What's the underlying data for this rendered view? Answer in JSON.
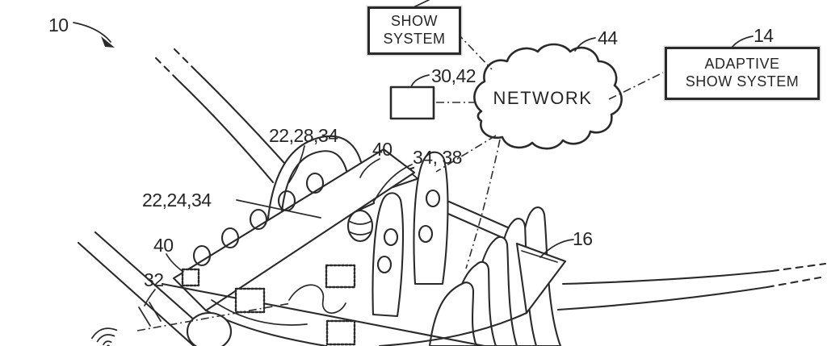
{
  "figure": {
    "background": "#ffffff",
    "ink": "#2a2a2a",
    "boxes": {
      "show_system": {
        "label": "SHOW SYSTEM"
      },
      "adaptive_show_system": {
        "label": "ADAPTIVE SHOW SYSTEM"
      }
    },
    "network_cloud": {
      "label": "NETWORK"
    },
    "refs": {
      "overview": "10",
      "adaptive_show_system": "14",
      "ride_vehicle": "16",
      "controller": "30,42",
      "network": "44",
      "track": "32",
      "upper_seat_panel": "22,28,34",
      "side_seat_panel": "22,24,34",
      "middle_seat_panel": "34, 38",
      "speaker": "40"
    }
  }
}
